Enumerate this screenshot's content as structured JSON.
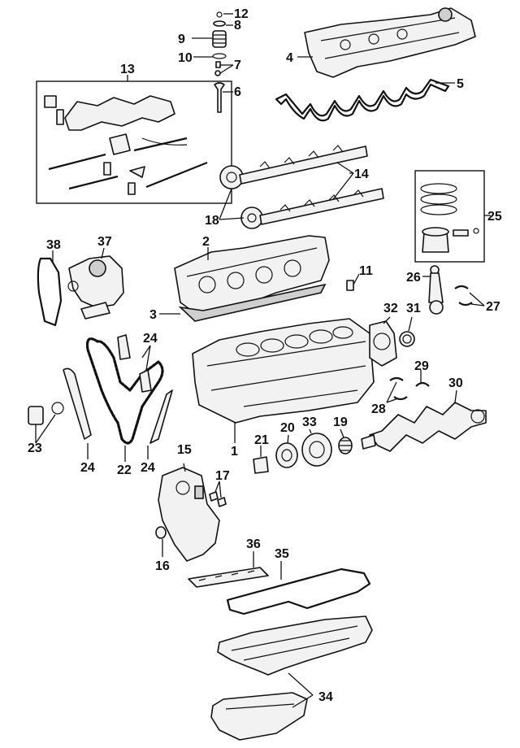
{
  "diagram": {
    "callouts": {
      "c1": "1",
      "c2": "2",
      "c3": "3",
      "c4": "4",
      "c5": "5",
      "c6": "6",
      "c7": "7",
      "c8": "8",
      "c9": "9",
      "c10": "10",
      "c11": "11",
      "c12": "12",
      "c13": "13",
      "c14": "14",
      "c15": "15",
      "c16": "16",
      "c17": "17",
      "c18": "18",
      "c19": "19",
      "c20": "20",
      "c21": "21",
      "c22": "22",
      "c23": "23",
      "c24a": "24",
      "c24b": "24",
      "c24c": "24",
      "c25": "25",
      "c26": "26",
      "c27": "27",
      "c28": "28",
      "c29": "29",
      "c30": "30",
      "c31": "31",
      "c32": "32",
      "c33": "33",
      "c34": "34",
      "c35": "35",
      "c36": "36",
      "c37": "37",
      "c38": "38"
    }
  }
}
